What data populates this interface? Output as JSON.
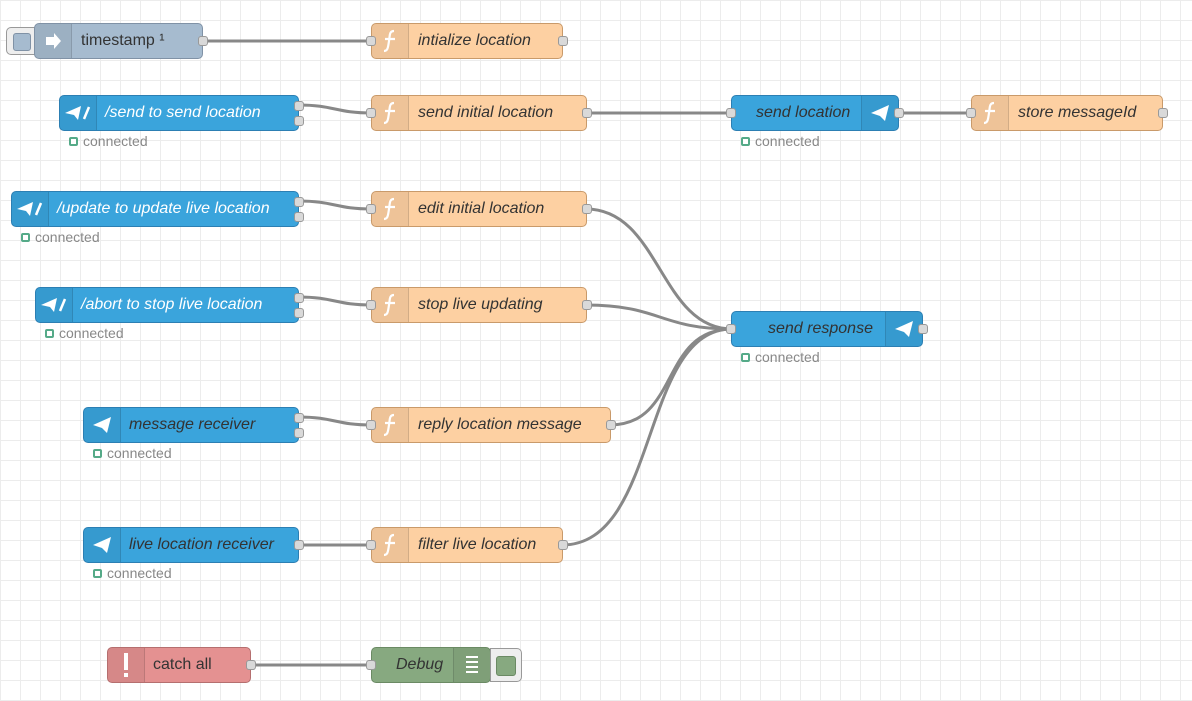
{
  "colors": {
    "function": "#fdd0a2",
    "telegram": "#3aa4dc",
    "inject": "#a6bbcf",
    "catch": "#e49191",
    "debug": "#87a980",
    "wire": "#888888",
    "status_dot": "#55aa88"
  },
  "nodes": {
    "timestamp": {
      "label": "timestamp ¹",
      "icon": "inject-arrow-icon"
    },
    "initialize_location": {
      "label": "intialize location",
      "icon": "function-icon"
    },
    "send_cmd": {
      "label": "/send to send location",
      "icon": "telegram-command-icon",
      "status": "connected"
    },
    "send_initial_location": {
      "label": "send initial location",
      "icon": "function-icon"
    },
    "send_location": {
      "label": "send location",
      "icon": "telegram-sender-icon",
      "status": "connected"
    },
    "store_messageid": {
      "label": "store messageId",
      "icon": "function-icon"
    },
    "update_cmd": {
      "label": "/update to update live location",
      "icon": "telegram-command-icon",
      "status": "connected"
    },
    "edit_initial_location": {
      "label": "edit initial location",
      "icon": "function-icon"
    },
    "abort_cmd": {
      "label": "/abort to stop live location",
      "icon": "telegram-command-icon",
      "status": "connected"
    },
    "stop_live_updating": {
      "label": "stop live updating",
      "icon": "function-icon"
    },
    "send_response": {
      "label": "send response",
      "icon": "telegram-sender-icon",
      "status": "connected"
    },
    "message_receiver": {
      "label": "message receiver",
      "icon": "telegram-receiver-icon",
      "status": "connected"
    },
    "reply_location_message": {
      "label": "reply location message",
      "icon": "function-icon"
    },
    "live_location_receiver": {
      "label": "live location receiver",
      "icon": "telegram-receiver-icon",
      "status": "connected"
    },
    "filter_live_location": {
      "label": "filter live location",
      "icon": "function-icon"
    },
    "catch_all": {
      "label": "catch all",
      "icon": "catch-exclamation-icon"
    },
    "debug": {
      "label": "Debug",
      "icon": "debug-list-icon"
    }
  }
}
